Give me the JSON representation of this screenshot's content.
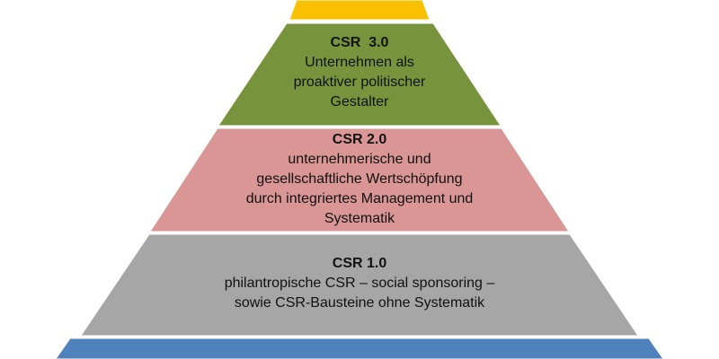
{
  "layers": [
    {
      "id": "top",
      "color": "#F8C000",
      "title": "",
      "lines": []
    },
    {
      "id": "csr3",
      "color": "#77933C",
      "title": "CSR  3.0",
      "lines": [
        "Unternehmen als",
        "proaktiver politischer",
        "Gestalter"
      ]
    },
    {
      "id": "csr2",
      "color": "#D99694",
      "title": "CSR 2.0",
      "lines": [
        "unternehmerische und",
        "gesellschaftliche Wertschöpfung",
        "durch integriertes Management und",
        "Systematik"
      ]
    },
    {
      "id": "csr1",
      "color": "#A6A6A6",
      "title": "CSR 1.0",
      "lines": [
        "philantropische CSR – social sponsoring –",
        "sowie CSR-Bausteine ohne Systematik"
      ]
    },
    {
      "id": "base",
      "color": "#4F81BD",
      "title": "",
      "lines": []
    }
  ]
}
